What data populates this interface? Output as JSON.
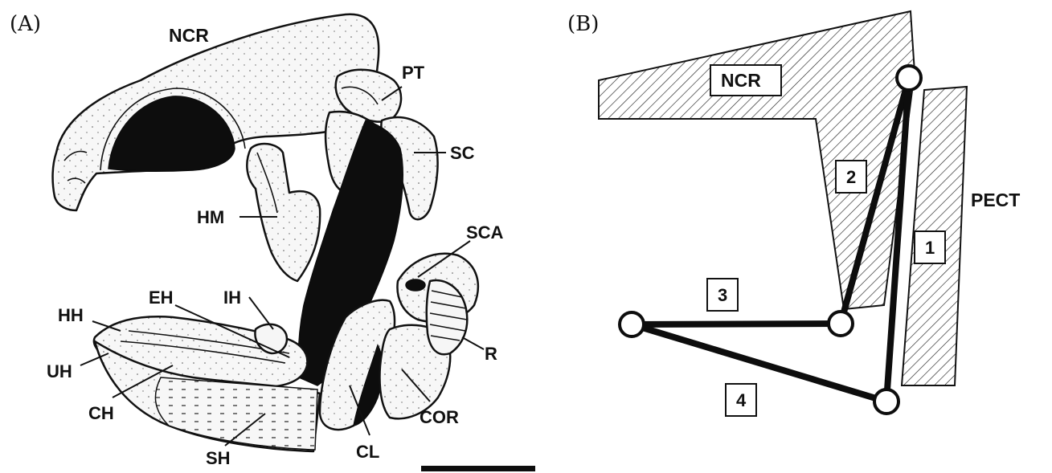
{
  "panel_a": {
    "tag": "(A)",
    "labels": {
      "ncr": "NCR",
      "pt": "PT",
      "sc": "SC",
      "hm": "HM",
      "sca": "SCA",
      "eh": "EH",
      "ih": "IH",
      "hh": "HH",
      "uh": "UH",
      "r": "R",
      "ch": "CH",
      "cor": "COR",
      "sh": "SH",
      "cl": "CL"
    }
  },
  "panel_b": {
    "tag": "(B)",
    "ncr_label": "NCR",
    "pect_label": "PECT",
    "link_numbers": {
      "l1": "1",
      "l2": "2",
      "l3": "3",
      "l4": "4"
    }
  }
}
